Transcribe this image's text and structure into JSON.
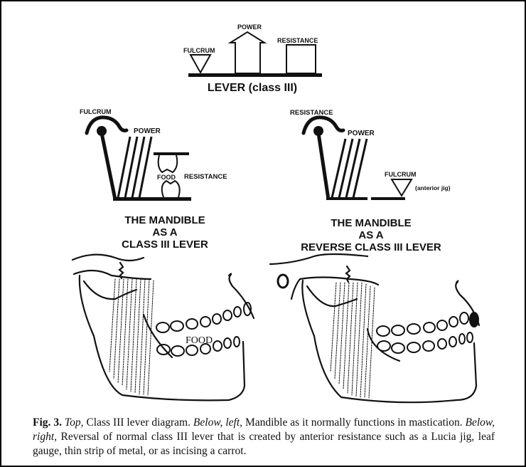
{
  "top_diagram": {
    "title": "LEVER (class III)",
    "fulcrum_label": "FULCRUM",
    "power_label": "POWER",
    "resistance_label": "RESISTANCE"
  },
  "left_diagram": {
    "fulcrum_label": "FULCRUM",
    "power_label": "POWER",
    "food_label": "FOOD",
    "resistance_label": "RESISTANCE",
    "title_lines": [
      "THE MANDIBLE",
      "AS A",
      "CLASS III LEVER"
    ],
    "jaw_food_label": "FOOD"
  },
  "right_diagram": {
    "resistance_label": "RESISTANCE",
    "power_label": "POWER",
    "fulcrum_label": "FULCRUM",
    "jig_label": "(anterior jig)",
    "title_lines": [
      "THE MANDIBLE",
      "AS A",
      "REVERSE CLASS III LEVER"
    ]
  },
  "caption": {
    "fig": "Fig. 3.",
    "top_word": "Top,",
    "part1": " Class III lever diagram. ",
    "below_left": "Below, left,",
    "part2": " Mandible as it normally functions in mastication. ",
    "below_right": "Below, right,",
    "part3": "  Reversal of normal class III lever that is created by anterior resistance such as a Lucia jig, leaf gauge, thin strip of metal, or as incising a carrot."
  }
}
